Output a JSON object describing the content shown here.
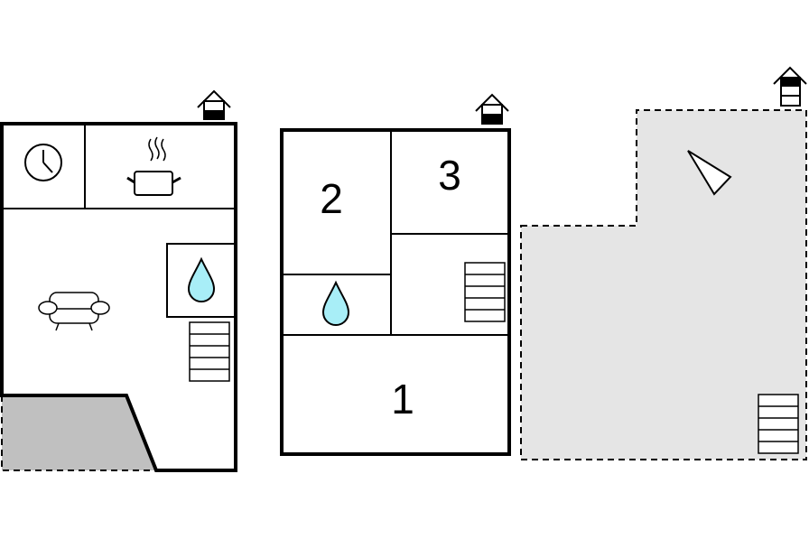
{
  "floor_plan": {
    "room_labels": {
      "room_1": "1",
      "room_2": "2",
      "room_3": "3"
    },
    "icons": [
      "clock-icon",
      "cooking-pot-icon",
      "sofa-icon",
      "water-drop-icon",
      "stairs-icon",
      "house-entrance-icon",
      "compass-arrow-icon"
    ],
    "colors": {
      "wall": "#000000",
      "background": "#ffffff",
      "terrace_dark": "#c0c0c0",
      "terrace_light": "#e5e5e5",
      "water": "#a8eef7"
    }
  }
}
